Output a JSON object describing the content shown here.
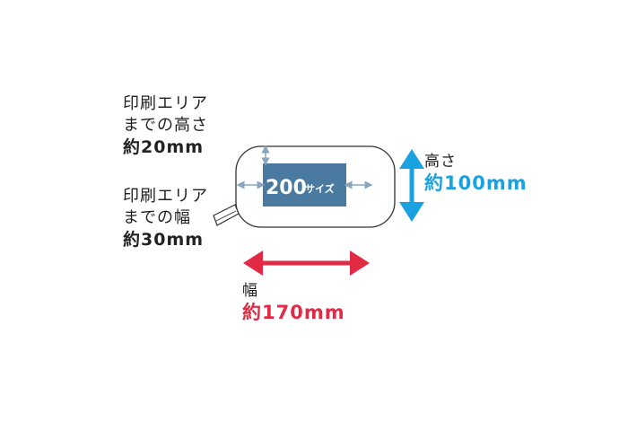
{
  "print_area_height": {
    "lines": [
      "印刷エリア",
      "までの高さ"
    ],
    "value": "約20mm"
  },
  "print_area_width": {
    "lines": [
      "印刷エリア",
      "までの幅"
    ],
    "value": "約30mm"
  },
  "size_badge": {
    "number": "200",
    "suffix": "サイズ"
  },
  "height_dim": {
    "label": "高さ",
    "value": "約100mm"
  },
  "width_dim": {
    "label": "幅",
    "value": "約170mm"
  },
  "colors": {
    "height_accent": "#1aa1df",
    "width_accent": "#e22a45",
    "print_area": "#4a7aa0",
    "outline": "#333333",
    "guide": "#8aa6bf"
  }
}
